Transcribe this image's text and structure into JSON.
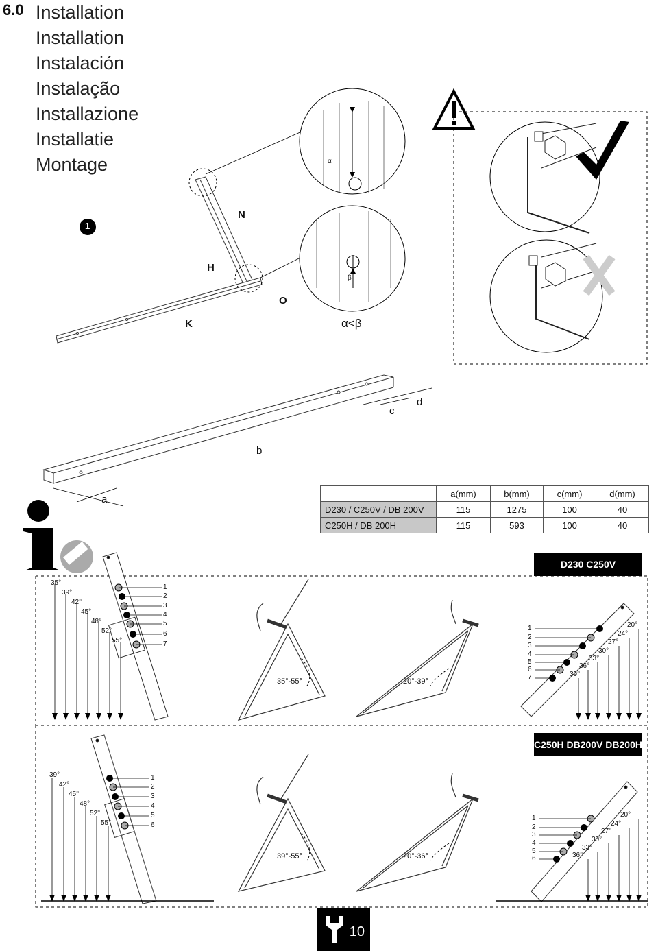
{
  "section": {
    "number": "6.0",
    "titles": [
      "Installation",
      "Installation",
      "Instalación",
      "Instalação",
      "Installazione",
      "Installatie",
      "Montage"
    ]
  },
  "step": {
    "number": "1",
    "labels": {
      "n": "N",
      "h": "H",
      "o": "O",
      "k": "K"
    },
    "alpha": "α",
    "beta": "β",
    "relation": "α<β"
  },
  "rail": {
    "a": "a",
    "b": "b",
    "c": "c",
    "d": "d"
  },
  "dimension_table": {
    "headers": [
      "",
      "a(mm)",
      "b(mm)",
      "c(mm)",
      "d(mm)"
    ],
    "rows": [
      [
        "D230 / C250V / DB 200V",
        "115",
        "1275",
        "100",
        "40"
      ],
      [
        "C250H / DB 200H",
        "115",
        "593",
        "100",
        "40"
      ]
    ]
  },
  "panel1": {
    "tag": "D230 C250V",
    "angles_left": [
      "35°",
      "39°",
      "42°",
      "45°",
      "48°",
      "52°",
      "55°"
    ],
    "holes_left": [
      "1",
      "2",
      "3",
      "4",
      "5",
      "6",
      "7"
    ],
    "range_a": "35°-55°",
    "range_b": "20°-39°",
    "holes_right": [
      "1",
      "2",
      "3",
      "4",
      "5",
      "6",
      "7"
    ],
    "angles_right": [
      "20°",
      "24°",
      "27°",
      "30°",
      "33°",
      "36°",
      "39°"
    ]
  },
  "panel2": {
    "tag": "C250H DB200V DB200H",
    "angles_left": [
      "39°",
      "42°",
      "45°",
      "48°",
      "52°",
      "55°"
    ],
    "holes_left": [
      "1",
      "2",
      "3",
      "4",
      "5",
      "6"
    ],
    "range_a": "39°-55°",
    "range_b": "20°-36°",
    "holes_right": [
      "1",
      "2",
      "3",
      "4",
      "5",
      "6"
    ],
    "angles_right": [
      "20°",
      "24°",
      "27°",
      "30°",
      "33°",
      "36°"
    ]
  },
  "page_number": "10",
  "icons": [
    "warning-icon",
    "check-icon",
    "cross-icon",
    "info-icon",
    "ruler-icon",
    "wrench-icon"
  ]
}
